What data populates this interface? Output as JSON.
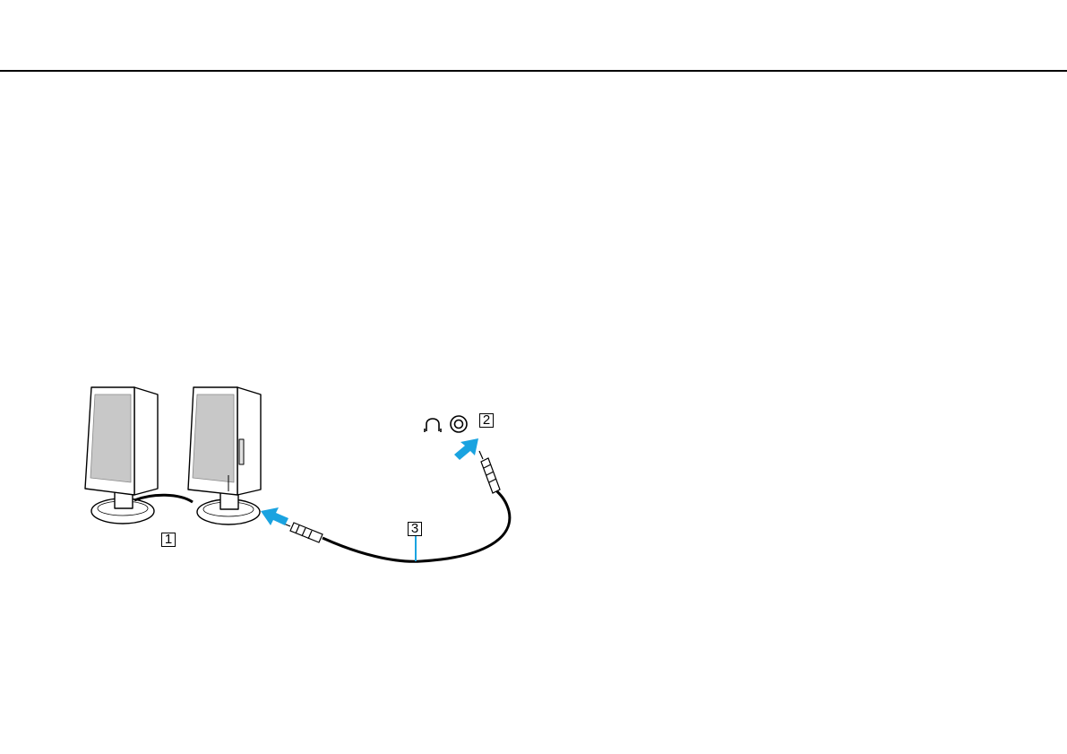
{
  "callouts": {
    "speakers": "1",
    "headphone_jack": "2",
    "speaker_cable": "3"
  },
  "colors": {
    "arrow": "#1aa3e0",
    "line": "#000000",
    "speaker_grille": "#c8c8c8"
  },
  "icons": {
    "headphone": "headphones-icon",
    "jack": "audio-jack-icon"
  }
}
